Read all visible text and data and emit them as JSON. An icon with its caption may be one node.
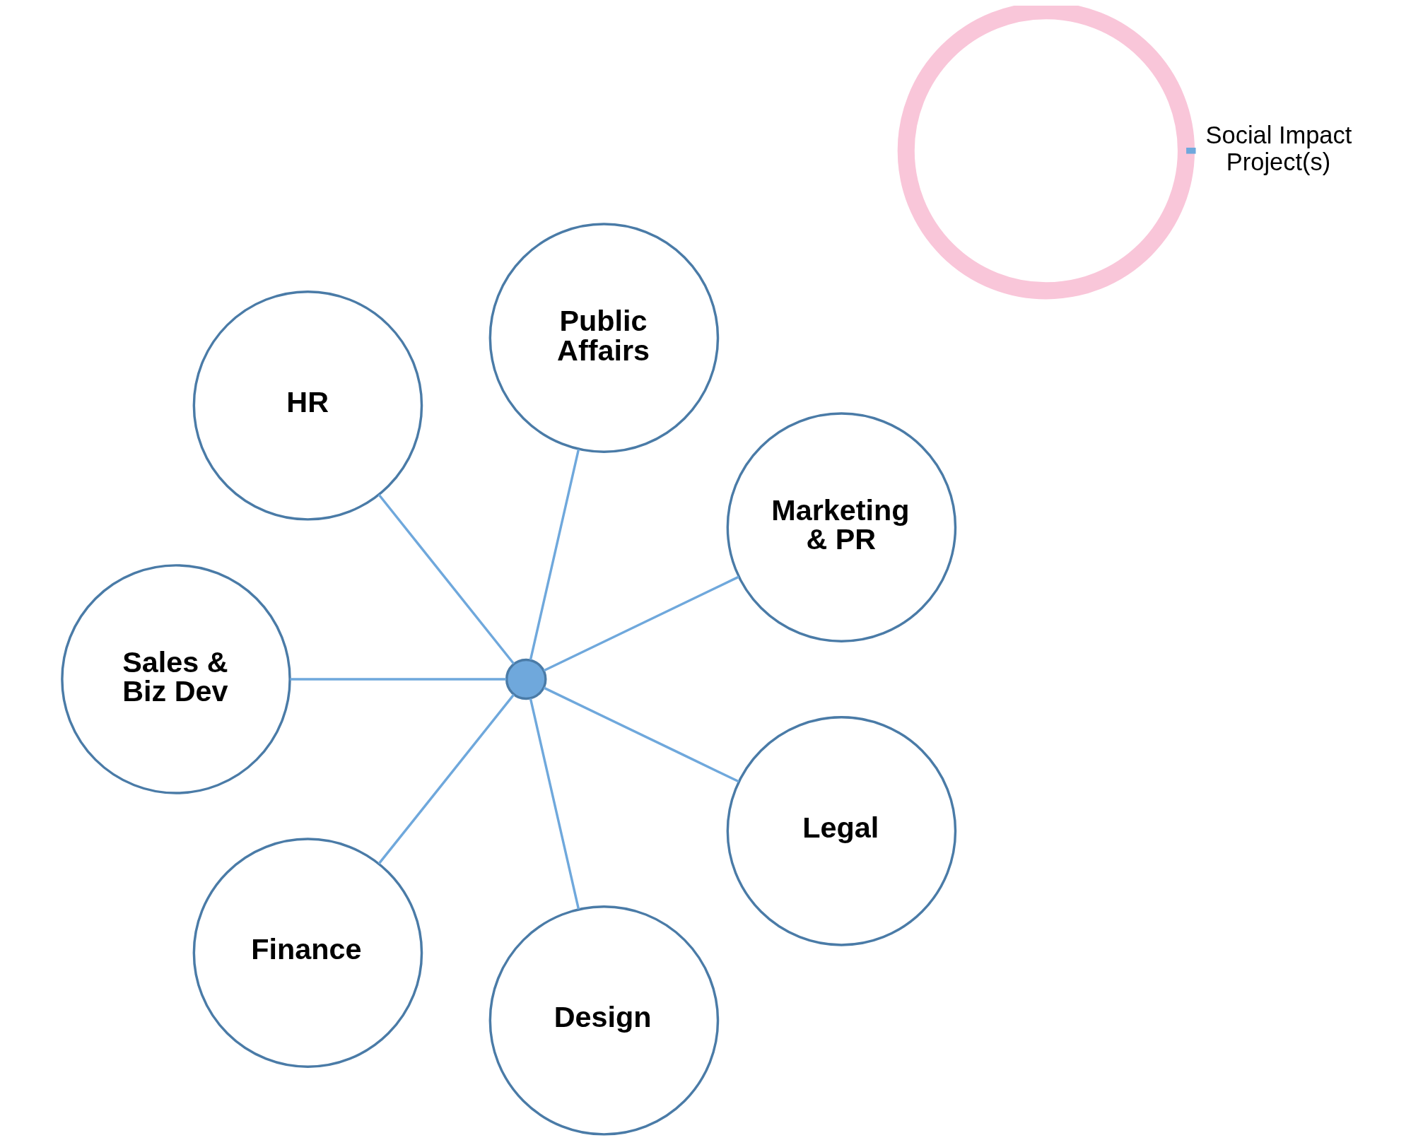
{
  "diagram": {
    "nodes": [
      {
        "text": [
          "Marketing & PR"
        ]
      },
      {
        "text": [
          "Public Affairs"
        ]
      },
      {
        "text": [
          "HR"
        ]
      },
      {
        "text": [],
        "shape": "circle"
      },
      {
        "text": [
          "Sales & Biz Dev"
        ]
      },
      {
        "text": [
          "Finance"
        ]
      },
      {
        "text": [
          "Design"
        ]
      },
      {
        "text": [
          "Legal"
        ]
      },
      {
        "text": [
          "Social Impact Project(s)"
        ]
      },
      {
        "text": [],
        "shape": "circle"
      }
    ],
    "edges": [
      {
        "from": 3,
        "to": 0,
        "arrow": "none"
      },
      {
        "from": 3,
        "to": 2,
        "arrow": "none"
      },
      {
        "from": 3,
        "to": 5,
        "arrow": "none"
      },
      {
        "from": 3,
        "to": 7,
        "arrow": "none"
      },
      {
        "from": 3,
        "to": 6,
        "arrow": "none"
      },
      {
        "from": 3,
        "to": 4,
        "arrow": "none"
      },
      {
        "from": 3,
        "to": 1,
        "arrow": "none"
      },
      {
        "from": 8,
        "to": 9,
        "arrow": "none",
        "style": "thick"
      }
    ]
  }
}
